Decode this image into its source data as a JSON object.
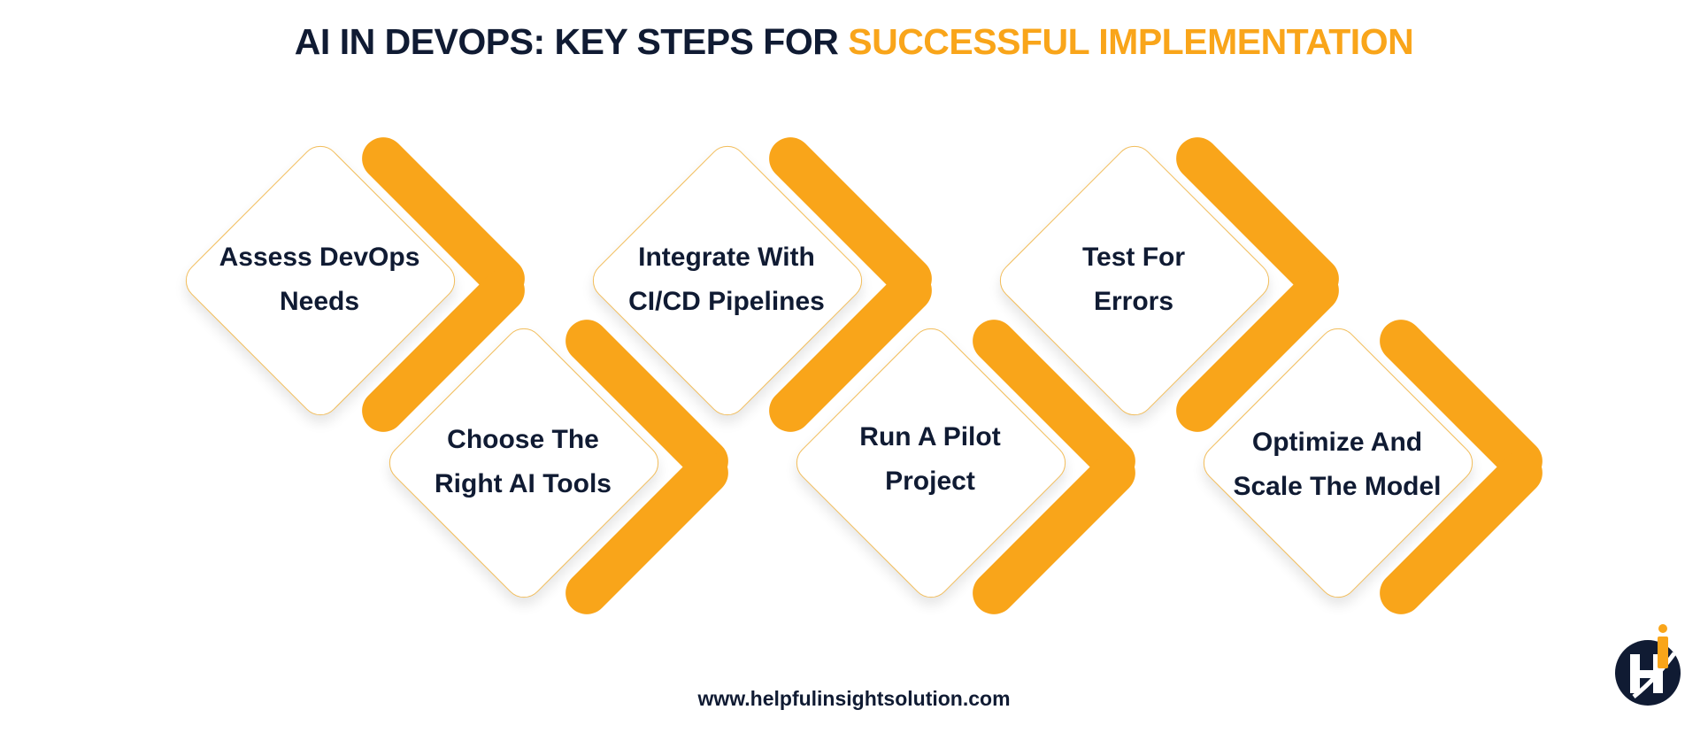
{
  "title": {
    "main": "AI IN DEVOPS: KEY STEPS FOR ",
    "highlight": "SUCCESSFUL IMPLEMENTATION"
  },
  "steps": [
    {
      "line1": "Assess DevOps",
      "line2": "Needs"
    },
    {
      "line1": "Choose The",
      "line2": "Right AI Tools"
    },
    {
      "line1": "Integrate With",
      "line2": "CI/CD Pipelines"
    },
    {
      "line1": "Run A Pilot",
      "line2": "Project"
    },
    {
      "line1": "Test For",
      "line2": "Errors"
    },
    {
      "line1": "Optimize And",
      "line2": "Scale The Model"
    }
  ],
  "website": "www.helpfulinsightsolution.com",
  "logo": {
    "letters": "Hi"
  },
  "colors": {
    "navy": "#101b33",
    "accent": "#f9a51a",
    "diamond_border": "#f2bd5a",
    "background": "#ffffff"
  }
}
